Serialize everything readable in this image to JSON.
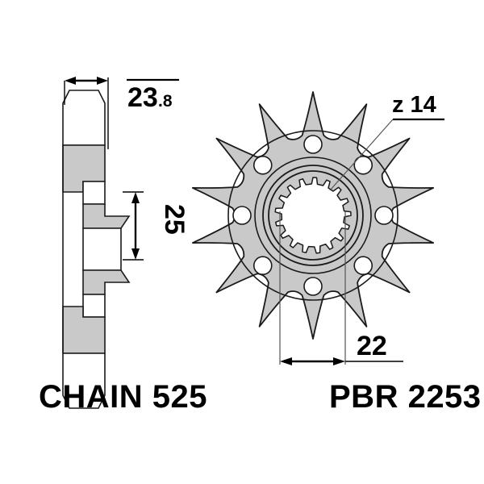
{
  "drawing": {
    "type": "technical-drawing",
    "subject": "motorcycle front sprocket",
    "view_left": "cross-section side view",
    "view_right": "front face view",
    "colors": {
      "metal_fill": "#c9c9c9",
      "outline": "#1a1a1a",
      "background": "#ffffff",
      "hole_fill": "#ffffff"
    }
  },
  "dimensions": {
    "width_overall": "23.8",
    "width_overall_main": "23",
    "width_overall_decimal": ".8",
    "hub_height": "25",
    "bore_width": "22"
  },
  "annotations": {
    "teeth_callout": "z 14",
    "teeth_count": 14,
    "spline_count": 17,
    "bolt_hole_count": 8
  },
  "footer": {
    "chain_label": "CHAIN 525",
    "part_label": "PBR 2253"
  }
}
